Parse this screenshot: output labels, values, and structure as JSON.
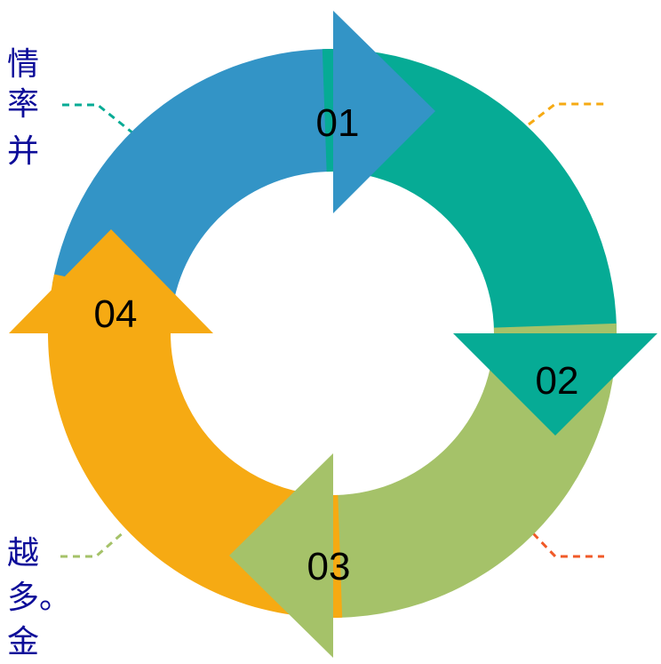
{
  "left_text_top": [
    "情",
    "率",
    "并"
  ],
  "left_text_bottom": [
    "越",
    "多。",
    "金"
  ],
  "steps": [
    {
      "label": "01",
      "color": "#3394c6"
    },
    {
      "label": "02",
      "color": "#06ab95"
    },
    {
      "label": "03",
      "color": "#a5c269"
    },
    {
      "label": "04",
      "color": "#f6aa13"
    }
  ],
  "connector_colors": [
    "#06ab95",
    "#f6aa13",
    "#f05a28",
    "#a5c269"
  ]
}
